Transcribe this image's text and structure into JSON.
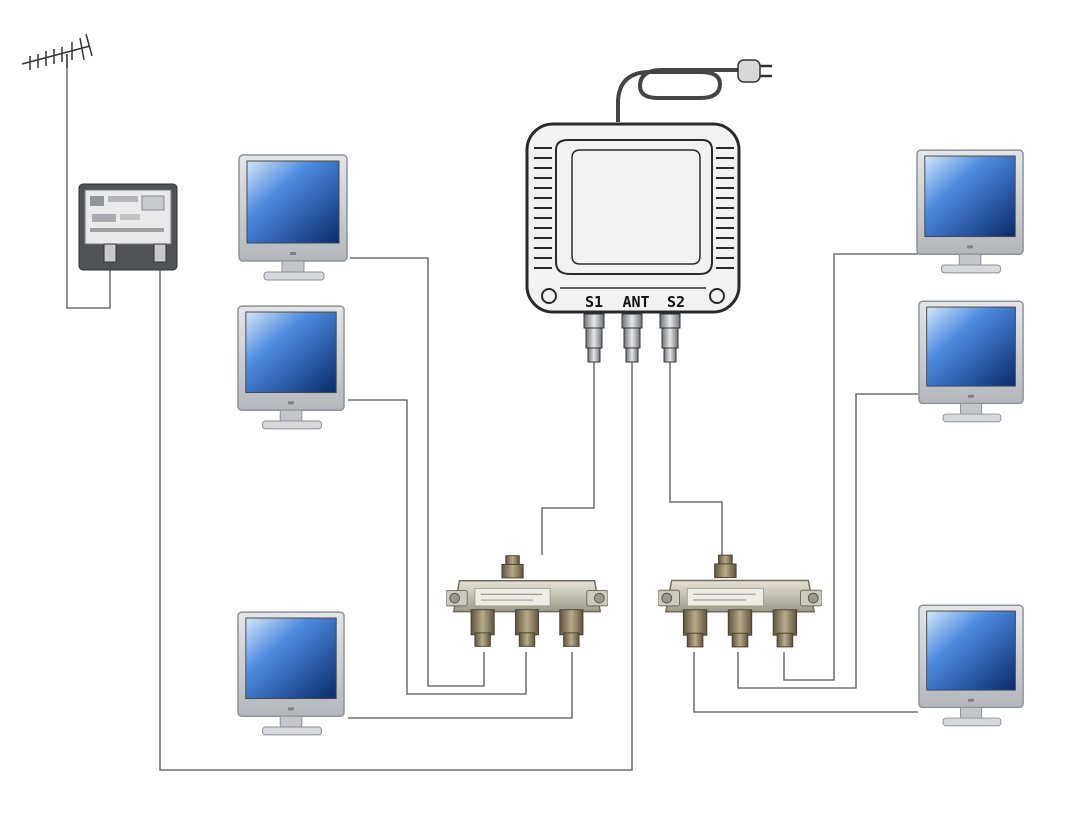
{
  "modulator": {
    "outputs": [
      {
        "id": "s1",
        "label": "S1"
      },
      {
        "id": "ant",
        "label": "ANT"
      },
      {
        "id": "s2",
        "label": "S2"
      }
    ]
  },
  "colors": {
    "cable": "#555555",
    "tv_bezel": "#c9ccd0",
    "tv_screen_top": "#cfe2f7",
    "tv_screen_bottom": "#0c2f73",
    "splitter_body": "#b9b6a6",
    "connector": "#8a7e63",
    "modulator_body": "#f2f2f2",
    "panel_dark": "#555b61"
  },
  "icons": {
    "antenna": "yagi-antenna-icon",
    "wall_panel": "wall-socket-panel-icon",
    "modulator": "rf-modulator-icon",
    "plug": "power-plug-icon",
    "splitter": "three-way-splitter-icon",
    "tv": "flat-tv-monitor-icon"
  }
}
